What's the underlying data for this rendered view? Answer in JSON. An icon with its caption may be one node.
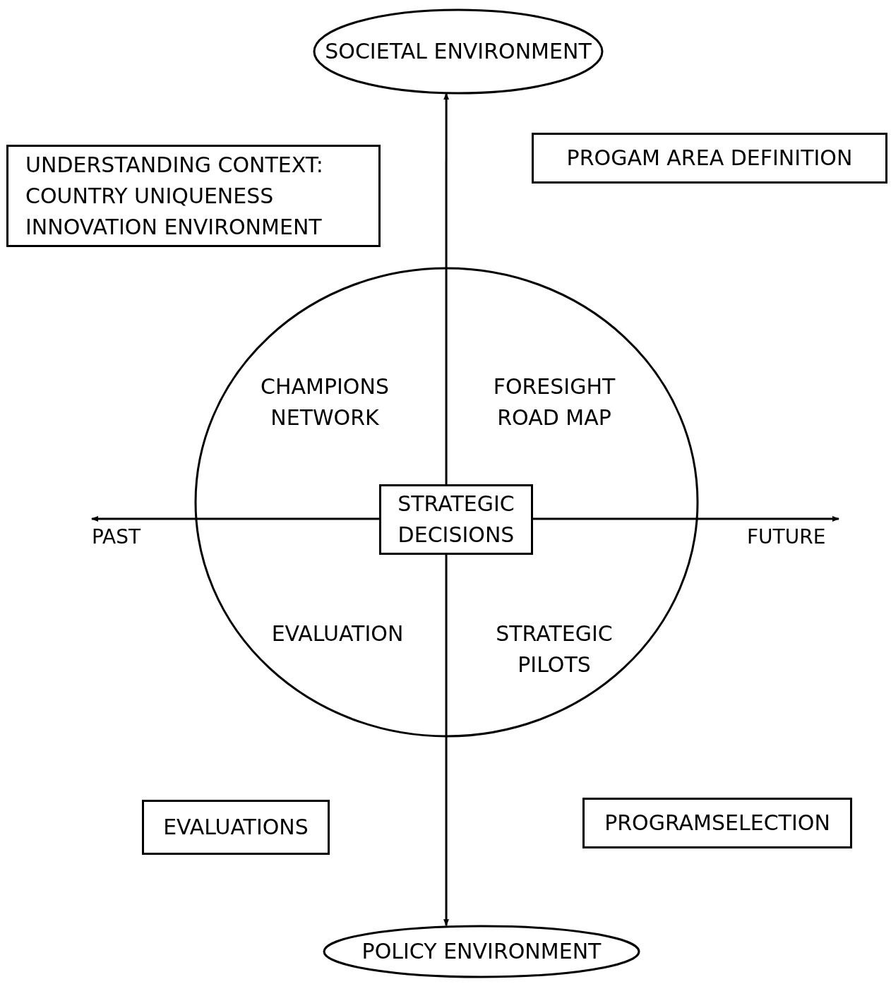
{
  "diagram": {
    "nodes": [
      {
        "text": [
          "SOCIETAL ENVIRONMENT"
        ]
      },
      {
        "text": [
          "UNDERSTANDING CONTEXT: COUNTRY UNIQUENESS INNOVATION ENVIRONMENT"
        ]
      },
      {
        "text": [
          "PROGAM AREA DEFINITION"
        ]
      },
      {
        "text": [
          "CHAMPIONS NETWORK",
          "FORESIGHT ROAD MAP",
          "EVALUATION",
          "STRATEGIC PILOTS"
        ]
      },
      {
        "text": [
          "STRATEGIC DECISIONS"
        ],
        "in": 3
      },
      {
        "text": [
          "EVALUATIONS"
        ]
      },
      {
        "text": [
          "PROGRAMSELECTION"
        ]
      },
      {
        "text": [
          "POLICY ENVIRONMENT"
        ]
      },
      {
        "text": [
          "PAST"
        ]
      },
      {
        "text": [
          "FUTURE"
        ]
      }
    ],
    "edges": [
      {
        "from": 4,
        "to": 0,
        "arrow": "to"
      },
      {
        "from": 4,
        "to": 7,
        "arrow": "to"
      },
      {
        "from": 4,
        "to": 8,
        "arrow": "to"
      },
      {
        "from": 4,
        "to": 9,
        "arrow": "to"
      }
    ]
  }
}
